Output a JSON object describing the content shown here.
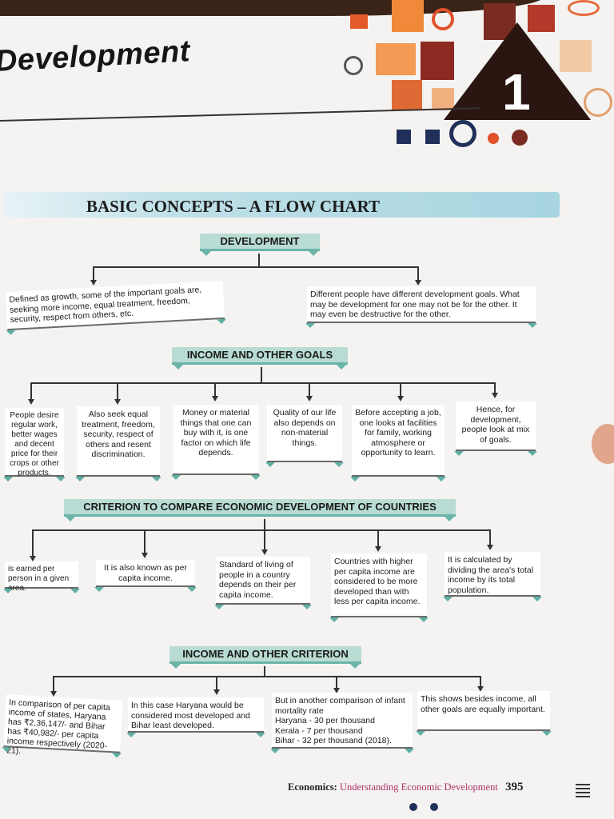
{
  "chapter": {
    "title": "Development",
    "number": "1"
  },
  "banner": {
    "title": "BASIC CONCEPTS – A FLOW CHART"
  },
  "development": {
    "header": "DEVELOPMENT",
    "left": "Defined as growth, some of the important goals are, seeking more income, equal treatment, freedom, security, respect from others, etc.",
    "right": "Different people have different development goals. What may be development for one may not be for the other. It may even be destructive for the other."
  },
  "income_goals": {
    "header": "INCOME AND OTHER GOALS",
    "items": [
      "People desire regular work, better wages and decent price for their crops or other products.",
      "Also seek equal treatment, freedom, security, respect of others and resent discrimination.",
      "Money or material things that one can buy with it, is one factor on which life depends.",
      "Quality of our life also depends on non-material things.",
      "Before accepting a job, one looks at facilities for family, working atmosphere or opportunity to learn.",
      "Hence, for development, people look at mix of goals."
    ]
  },
  "criterion": {
    "header": "CRITERION TO COMPARE ECONOMIC DEVELOPMENT OF COUNTRIES",
    "items": [
      "is earned per person in a given area.",
      "It is also known as per capita income.",
      "Standard of living of people in a country depends on their per capita income.",
      "Countries with higher per capita income are considered to be more developed than with less per capita income.",
      "It is calculated by dividing the area's total income by its total population."
    ]
  },
  "income_criterion": {
    "header": "INCOME AND OTHER CRITERION",
    "items": [
      "In comparison of per capita income of states, Haryana has ₹2,36,147/- and Bihar has ₹40,982/- per capita income respectively (2020-21).",
      "In this case Haryana would be considered most developed and Bihar least developed.",
      "But in another comparison of infant mortality rate\nHaryana - 30 per thousand\nKerala - 7 per thousand\nBihar - 32 per thousand (2018).",
      "This shows besides income, all other goals are equally important."
    ]
  },
  "footer": {
    "book": "Economics:",
    "subject": "Understanding Economic Development",
    "page": "395"
  }
}
